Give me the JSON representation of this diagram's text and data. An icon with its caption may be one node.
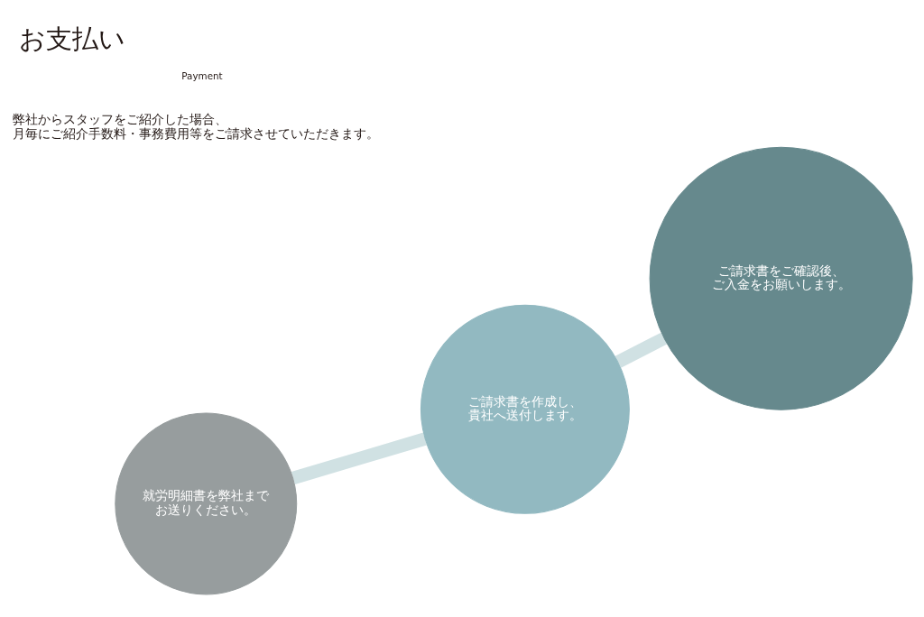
{
  "diagram": {
    "title": "お支払い",
    "nodes": [
      {
        "text": [
          "就労明細書を弊社までお送りください。"
        ]
      },
      {
        "text": [
          "ご請求書を作成し、貴社へ送付します。"
        ]
      },
      {
        "text": [
          "ご請求書をご確認後、ご入金をお願いします。"
        ]
      }
    ],
    "edges": [
      {
        "from": 0,
        "to": 1,
        "arrow": "none"
      },
      {
        "from": 1,
        "to": 2,
        "arrow": "none"
      }
    ],
    "labels": [
      "Payment",
      "弊社からスタッフをご紹介した場合、月毎にご紹介手数料・事務費用等をご請求させていただきます。"
    ]
  }
}
